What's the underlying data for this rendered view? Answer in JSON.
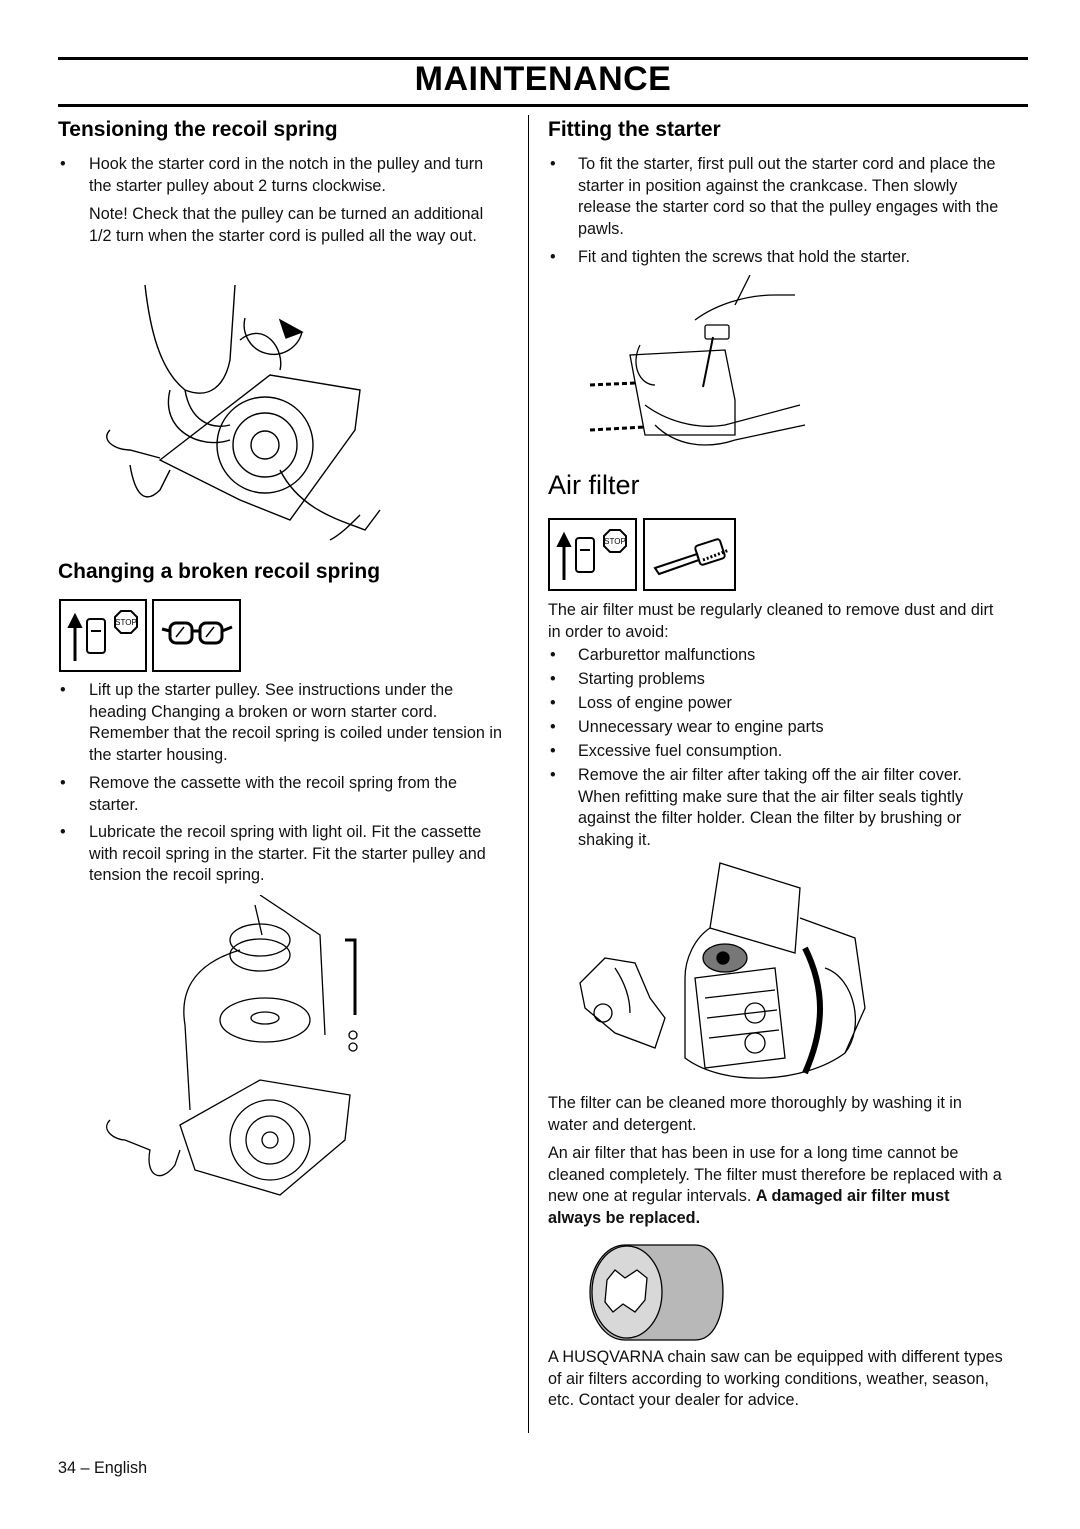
{
  "header": {
    "title": "MAINTENANCE"
  },
  "left": {
    "tension": {
      "heading": "Tensioning the recoil spring",
      "bullet1": "Hook the starter cord in the notch in the pulley and turn the starter pulley about 2 turns clockwise.",
      "note": "Note! Check that the pulley can be turned an additional 1/2 turn when the starter cord is pulled all the way out."
    },
    "broken": {
      "heading": "Changing a broken recoil spring",
      "stop_label": "STOP",
      "bullets": [
        "Lift up the starter pulley. See instructions under the heading Changing a broken or worn starter cord. Remember that the recoil spring is coiled under tension in the starter housing.",
        "Remove the cassette with the recoil spring from the starter.",
        "Lubricate the recoil spring with light oil. Fit the cassette with recoil spring in the starter. Fit the starter pulley and tension the recoil spring."
      ]
    }
  },
  "right": {
    "fitting": {
      "heading": "Fitting the starter",
      "bullets": [
        "To fit the starter, first pull out the starter cord and place the starter in position against the crankcase. Then slowly release the starter cord so that the pulley engages with the pawls.",
        "Fit and tighten the screws that hold the starter."
      ]
    },
    "air": {
      "heading": "Air filter",
      "stop_label": "STOP",
      "intro": "The air filter must be regularly cleaned to remove dust and dirt in order to avoid:",
      "list": [
        "Carburettor malfunctions",
        "Starting problems",
        "Loss of engine power",
        "Unnecessary wear to engine parts",
        "Excessive fuel consumption."
      ],
      "remove": "Remove the air filter after taking off the air filter cover. When refitting make sure that the air filter seals tightly against the filter holder. Clean the filter by brushing or shaking it.",
      "wash": "The filter can be cleaned more thoroughly by washing it in water and detergent.",
      "replace_plain": "An air filter that has been in use for a long time cannot be cleaned completely. The filter must therefore be replaced with a new one at regular intervals. ",
      "replace_bold": "A damaged air filter must always be replaced.",
      "husqvarna": "A HUSQVARNA chain saw can be equipped with different types of air filters according to working conditions, weather, season, etc. Contact your dealer for advice."
    }
  },
  "footer": {
    "page": "34 – English"
  }
}
